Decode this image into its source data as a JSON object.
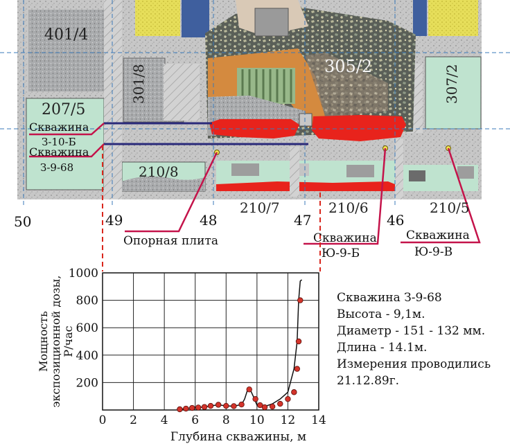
{
  "rooms": {
    "r401_4": "401/4",
    "r207_5": "207/5",
    "r301_8": "301/8",
    "r305_2": "305/2",
    "r307_2": "307/2",
    "r210_8": "210/8",
    "r210_7": "210/7",
    "r210_6": "210/6",
    "r210_5": "210/5"
  },
  "axes": {
    "a50": "50",
    "a49": "49",
    "a48": "48",
    "a47": "47",
    "a46": "46"
  },
  "labels": {
    "well_z10b_1": "Скважина",
    "well_z10b_2": "З-10-Б",
    "well_z968_1": "Скважина",
    "well_z968_2": "З-9-68",
    "plate": "Опорная плита",
    "well_yu9b_1": "Скважина",
    "well_yu9b_2": "Ю-9-Б",
    "well_yu9v_1": "Скважина",
    "well_yu9v_2": "Ю-9-В"
  },
  "info": {
    "line1": "Скважина З-9-68",
    "line2": "Высота - 9,1м.",
    "line3": "Диаметр - 151 - 132 мм.",
    "line4": "Длина - 14.1м.",
    "line5": "Измерения проводились",
    "line6": "21.12.89г."
  },
  "colors": {
    "melt": "#e8231c",
    "concrete": "#bdbdbd",
    "room_fill": "#bfe3cf",
    "well_line": "#2a2a7a",
    "callout": "#c4134a",
    "marker": "#d3342b"
  },
  "chart_data": {
    "type": "line",
    "xlabel": "Глубина скважины, м",
    "ylabel": "Мощность экспозиционной дозы, Р/час",
    "xlim": [
      0,
      14
    ],
    "ylim": [
      0,
      1000
    ],
    "x_ticks": [
      "0",
      "2",
      "4",
      "6",
      "8",
      "10",
      "12",
      "14"
    ],
    "y_ticks": [
      "200",
      "400",
      "600",
      "800",
      "1000"
    ],
    "grid": true,
    "series": [
      {
        "x": [
          5.0,
          5.4,
          5.8,
          6.2,
          6.6,
          7.0,
          7.5,
          8.0,
          8.5,
          9.0,
          9.2,
          9.4,
          9.6,
          9.8,
          10.0,
          10.2,
          10.5,
          11.0,
          11.5,
          12.0,
          12.4,
          12.6,
          12.7,
          12.8,
          12.9
        ],
        "y": [
          5,
          10,
          15,
          18,
          22,
          30,
          38,
          30,
          28,
          40,
          80,
          150,
          140,
          90,
          35,
          20,
          25,
          45,
          80,
          130,
          300,
          500,
          800,
          940,
          950
        ]
      }
    ],
    "markers": {
      "x": [
        5.0,
        5.4,
        5.8,
        6.2,
        6.6,
        7.0,
        7.5,
        8.0,
        8.5,
        9.0,
        9.5,
        9.9,
        10.2,
        10.5,
        11.0,
        11.5,
        12.0,
        12.4,
        12.6,
        12.7,
        12.8
      ],
      "y": [
        5,
        10,
        15,
        18,
        22,
        30,
        38,
        30,
        28,
        40,
        150,
        80,
        35,
        20,
        25,
        45,
        80,
        130,
        300,
        500,
        800
      ]
    }
  }
}
